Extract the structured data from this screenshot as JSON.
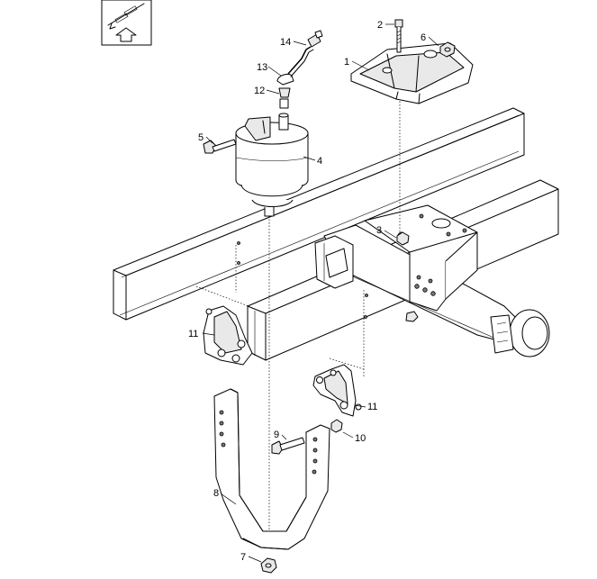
{
  "diagram": {
    "callouts": {
      "c1": "1",
      "c2": "2",
      "c3": "3",
      "c4": "4",
      "c5": "5",
      "c6": "6",
      "c7": "7",
      "c8": "8",
      "c9": "9",
      "c10": "10",
      "c11a": "11",
      "c11b": "11",
      "c12": "12",
      "c13": "13",
      "c14": "14"
    },
    "icons": {
      "view_orientation": "view-direction-arrow-icon"
    }
  }
}
